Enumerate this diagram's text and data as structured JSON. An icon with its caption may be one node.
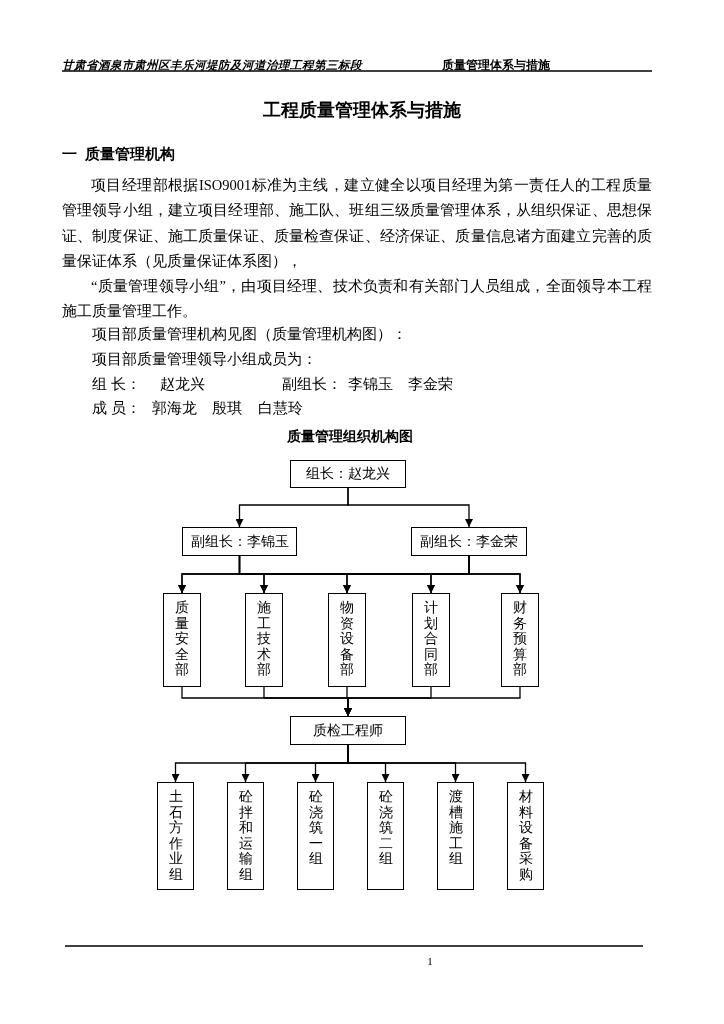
{
  "diagram": {
    "title": "工程质量管理体系与措施",
    "nodes": [
      {
        "text": [
          "组长：赵龙兴"
        ]
      },
      {
        "text": [
          "副组长：李锦玉"
        ]
      },
      {
        "text": [
          "副组长：李金荣"
        ]
      },
      {
        "text": [
          "质量安全部"
        ]
      },
      {
        "text": [
          "施工技术部"
        ]
      },
      {
        "text": [
          "物资设备部"
        ]
      },
      {
        "text": [
          "计划合同部"
        ]
      },
      {
        "text": [
          "财务预算部"
        ]
      },
      {
        "text": [
          "质检工程师"
        ]
      },
      {
        "text": [
          "土石方作业组"
        ]
      },
      {
        "text": [
          "砼拌和运输组"
        ]
      },
      {
        "text": [
          "砼浇筑一组"
        ]
      },
      {
        "text": [
          "砼浇筑二组"
        ]
      },
      {
        "text": [
          "渡槽施工组"
        ]
      },
      {
        "text": [
          "材料设备采购"
        ]
      }
    ],
    "edges": [
      {
        "from": 0,
        "to": 1,
        "arrow": "to"
      },
      {
        "from": 0,
        "to": 2,
        "arrow": "to"
      },
      {
        "from": 1,
        "to": 3,
        "arrow": "to"
      },
      {
        "from": 1,
        "to": 4,
        "arrow": "to"
      },
      {
        "from": 1,
        "to": 5,
        "arrow": "to"
      },
      {
        "from": 1,
        "to": 6,
        "arrow": "to"
      },
      {
        "from": 1,
        "to": 7,
        "arrow": "to"
      },
      {
        "from": 2,
        "to": 3,
        "arrow": "to"
      },
      {
        "from": 2,
        "to": 4,
        "arrow": "to"
      },
      {
        "from": 2,
        "to": 5,
        "arrow": "to"
      },
      {
        "from": 2,
        "to": 6,
        "arrow": "to"
      },
      {
        "from": 2,
        "to": 7,
        "arrow": "to"
      },
      {
        "from": 3,
        "to": 8,
        "arrow": "to"
      },
      {
        "from": 4,
        "to": 8,
        "arrow": "to"
      },
      {
        "from": 5,
        "to": 8,
        "arrow": "to"
      },
      {
        "from": 6,
        "to": 8,
        "arrow": "to"
      },
      {
        "from": 7,
        "to": 8,
        "arrow": "to"
      },
      {
        "from": 8,
        "to": 9,
        "arrow": "to"
      },
      {
        "from": 8,
        "to": 10,
        "arrow": "to"
      },
      {
        "from": 8,
        "to": 11,
        "arrow": "to"
      },
      {
        "from": 8,
        "to": 12,
        "arrow": "to"
      },
      {
        "from": 8,
        "to": 13,
        "arrow": "to"
      },
      {
        "from": 8,
        "to": 14,
        "arrow": "to"
      }
    ],
    "labels": [
      "甘肃省酒泉市肃州区丰乐河堤防及河道治理工程第三标段",
      "质量管理体系与措施",
      "一  质量管理机构",
      "项目经理部根据ISO9001标准为主线，建立健全以项目经理为第一责任人的工程质量管理领导小组，建立项目经理部、施工队、班组三级质量管理体系，从组织保证、思想保证、制度保证、施工质量保证、质量检查保证、经济保证、质量信息诸方面建立完善的质量保证体系（见质量保证体系图），",
      "“质量管理领导小组”，由项目经理、技术负责和有关部门人员组成，全面领导本工程施工质量管理工作。",
      "项目部质量管理机构见图（质量管理机构图）：",
      "项目部质量管理领导小组成员为：",
      "组 长：",
      "赵龙兴",
      "副组长：",
      "李锦玉",
      "李金荣",
      "成 员：",
      "郭海龙",
      "殷琪",
      "白慧玲",
      "质量管理组织机构图",
      "1"
    ]
  }
}
